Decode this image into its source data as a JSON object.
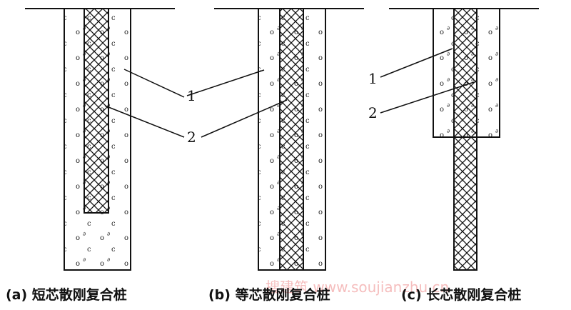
{
  "captions": {
    "a": "(a) 短芯散刚复合桩",
    "b": "(b) 等芯散刚复合桩",
    "c": "(c) 长芯散刚复合桩"
  },
  "labels": {
    "one": "1",
    "two": "2"
  },
  "watermark": "搜建筑 www.soujianzhu.cn",
  "legend_meaning": {}
}
